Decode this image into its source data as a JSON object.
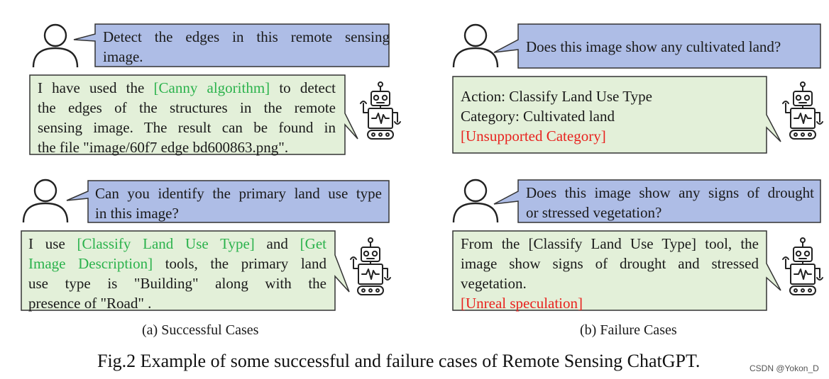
{
  "colors": {
    "user_bubble_fill": "#aebde6",
    "bot_bubble_fill": "#e3f0d9",
    "bubble_stroke": "#333333",
    "tool_highlight": "#2bb24c",
    "failure_highlight": "#e8231f"
  },
  "icons": {
    "user": "person-outline-icon",
    "bot": "robot-icon"
  },
  "successful": {
    "caption": "(a) Successful Cases",
    "case1": {
      "question_lines": [
        "Detect the edges in this remote sensing",
        "image."
      ],
      "answer": {
        "l1_a": "I have used the ",
        "l1_tool": "[Canny algorithm]",
        "l1_b": " to detect",
        "l2": "the edges of the structures in the remote",
        "l3": "sensing image. The result can be found in",
        "l4": "the file \"image/60f7 edge bd600863.png\"."
      }
    },
    "case2": {
      "question_lines": [
        "Can you identify the primary land use type",
        "in this image?"
      ],
      "answer": {
        "l1_a": "I use ",
        "l1_tool1": "[Classify Land Use Type]",
        "l1_b": " and ",
        "l1_tool2a": "[Get",
        "l2_tool2b": "Image Description]",
        "l2_b": " tools, the primary land",
        "l3": "use type is \"Building\" along with the",
        "l4": "presence of \"Road\" ."
      }
    }
  },
  "failure": {
    "caption": "(b) Failure Cases",
    "case1": {
      "question_lines": [
        "Does this image show any cultivated land?"
      ],
      "answer": {
        "l1": "Action: Classify Land Use Type",
        "l2": "Category: Cultivated land",
        "l3_err": "[Unsupported Category]"
      }
    },
    "case2": {
      "question_lines": [
        "Does this image show any signs of drought",
        "or stressed vegetation?"
      ],
      "answer": {
        "l1": "From the [Classify Land Use Type] tool, the",
        "l2": "image show signs of drought and stressed",
        "l3": "vegetation.",
        "l4_err": "[Unreal speculation]"
      }
    }
  },
  "figure_caption": "Fig.2 Example of some successful and failure cases of Remote Sensing ChatGPT.",
  "watermark": "CSDN @Yokon_D"
}
